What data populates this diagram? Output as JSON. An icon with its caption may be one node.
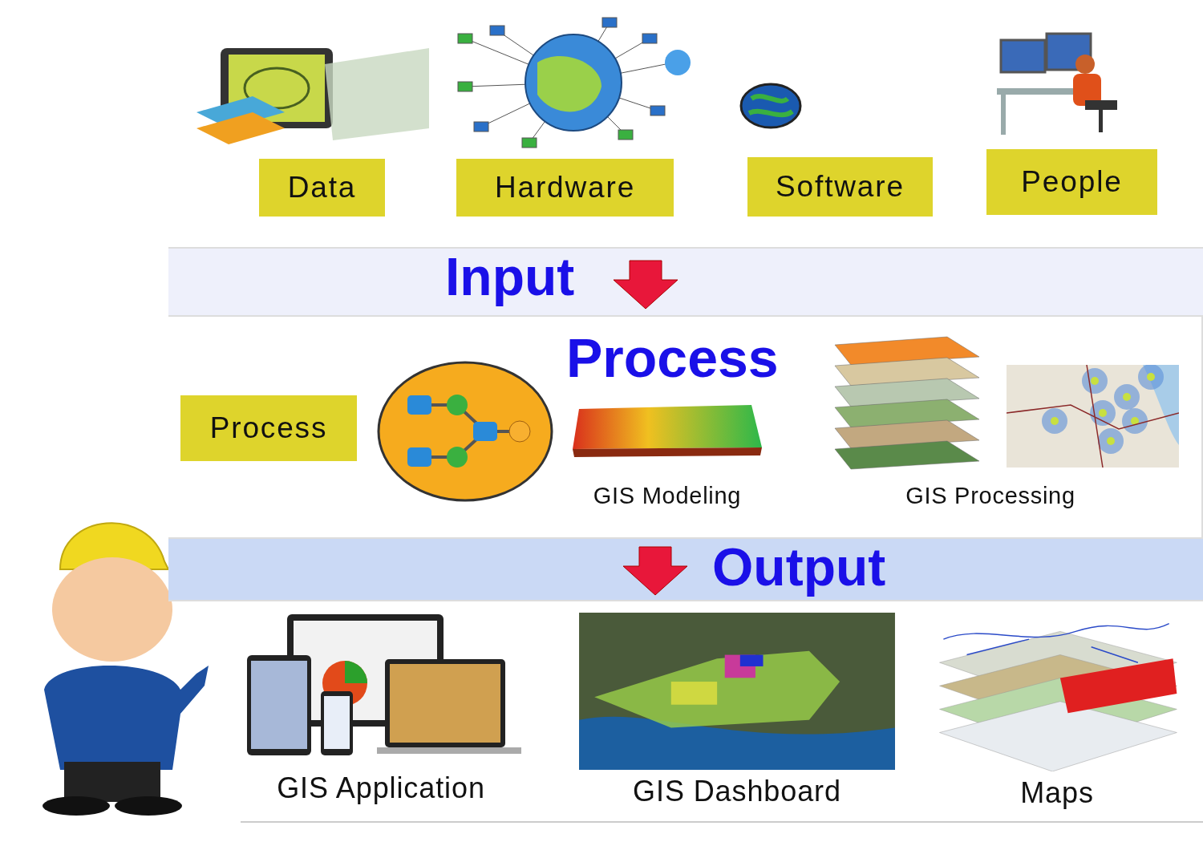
{
  "diagram": {
    "nodes": [
      {
        "text": [
          "Data"
        ]
      },
      {
        "text": [
          "Hardware"
        ]
      },
      {
        "text": [
          "Software"
        ]
      },
      {
        "text": [
          "People"
        ]
      },
      {
        "text": [
          "Input"
        ]
      },
      {
        "text": [
          "Process"
        ]
      },
      {
        "text": [
          "GIS Modeling"
        ]
      },
      {
        "text": [
          "GIS Processing"
        ]
      },
      {
        "text": [
          "Output"
        ]
      },
      {
        "text": [
          "GIS Application"
        ]
      },
      {
        "text": [
          "GIS Dashboard"
        ]
      },
      {
        "text": [
          "Maps"
        ]
      }
    ],
    "labels": [
      "Process"
    ]
  }
}
